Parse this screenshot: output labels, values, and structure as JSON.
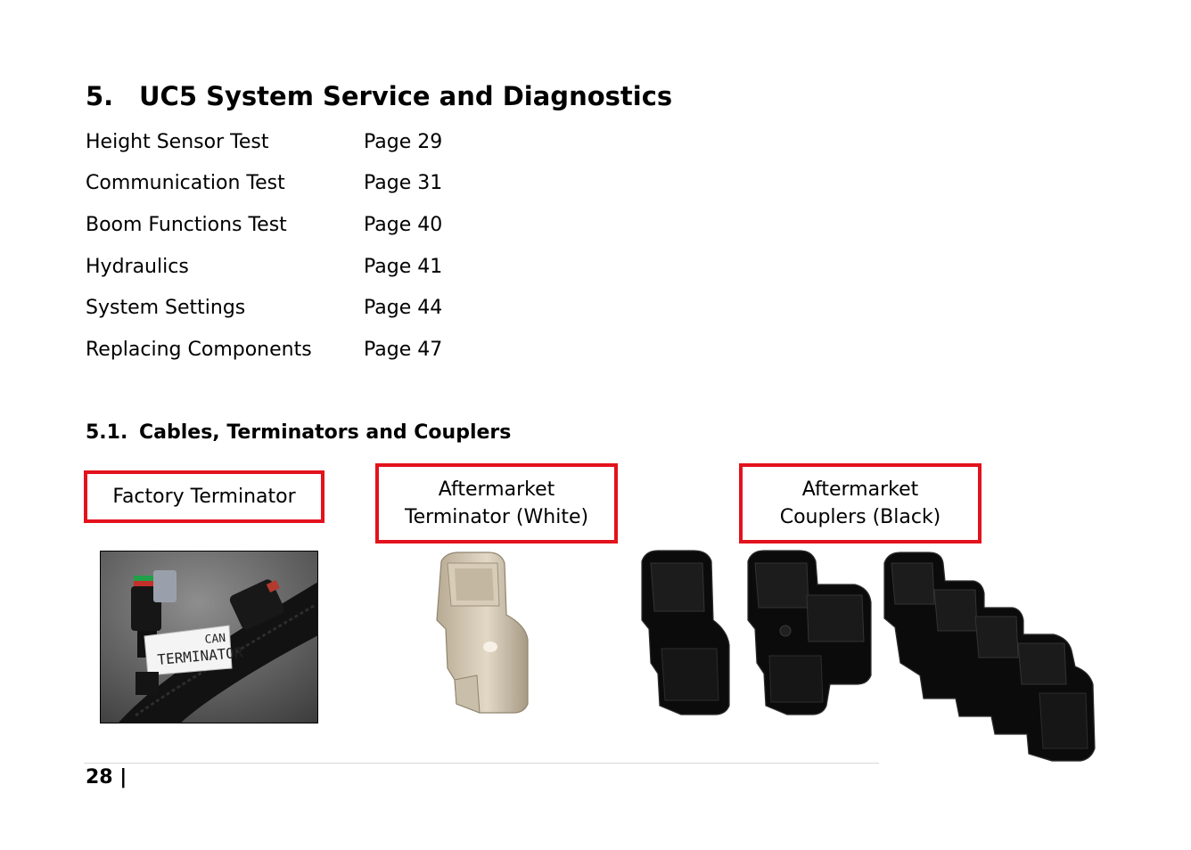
{
  "section": {
    "number": "5.",
    "title": "UC5 System Service and Diagnostics"
  },
  "toc": [
    {
      "title": "Height Sensor Test",
      "page": "Page 29"
    },
    {
      "title": "Communication Test",
      "page": "Page 31"
    },
    {
      "title": "Boom Functions Test",
      "page": "Page 40"
    },
    {
      "title": "Hydraulics",
      "page": "Page 41"
    },
    {
      "title": "System Settings",
      "page": "Page 44"
    },
    {
      "title": "Replacing Components",
      "page": "Page 47"
    }
  ],
  "subsection": {
    "number": "5.1.",
    "title": "Cables, Terminators and Couplers"
  },
  "labels": {
    "factory": "Factory Terminator",
    "aftermarket_white_line1": "Aftermarket",
    "aftermarket_white_line2": "Terminator (White)",
    "aftermarket_black_line1": "Aftermarket",
    "aftermarket_black_line2": "Couplers (Black)"
  },
  "photo_tag": {
    "line1": "CAN",
    "line2": "TERMINATOR"
  },
  "footer": {
    "page": "28 |"
  },
  "colors": {
    "highlight_border": "#e3121c",
    "white_terminator": "#cfc3ae",
    "coupler": "#0b0b0b"
  }
}
